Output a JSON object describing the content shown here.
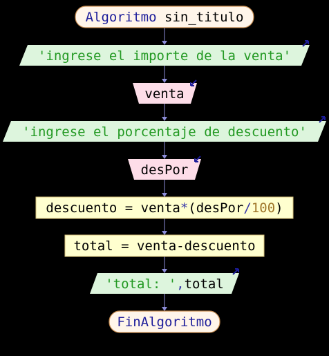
{
  "flowchart": {
    "start": {
      "keyword": "Algoritmo",
      "name": "sin_titulo"
    },
    "steps": [
      {
        "kind": "output",
        "text": "'ingrese el importe de la venta'"
      },
      {
        "kind": "input",
        "text": "venta"
      },
      {
        "kind": "output",
        "text": "'ingrese el porcentaje de descuento'"
      },
      {
        "kind": "input",
        "text": "desPor"
      },
      {
        "kind": "assign",
        "parts": [
          {
            "text": "descuento = venta",
            "role": "plain"
          },
          {
            "text": "*",
            "role": "operator"
          },
          {
            "text": "(desPor",
            "role": "plain"
          },
          {
            "text": "/",
            "role": "operator"
          },
          {
            "text": "100",
            "role": "number"
          },
          {
            "text": ")",
            "role": "plain"
          }
        ]
      },
      {
        "kind": "assign",
        "parts": [
          {
            "text": "total = venta-descuento",
            "role": "plain"
          }
        ]
      },
      {
        "kind": "output",
        "parts": [
          {
            "text": "'total: '",
            "role": "string"
          },
          {
            "text": ",",
            "role": "operator"
          },
          {
            "text": "total",
            "role": "plain"
          }
        ]
      }
    ],
    "end": {
      "keyword": "FinAlgoritmo"
    }
  },
  "colors": {
    "background": "#000000",
    "terminal_fill": "#fff5ea",
    "terminal_stroke": "#c98e52",
    "output_fill": "#ddf5dd",
    "input_fill": "#fddde8",
    "assign_fill": "#ffffcf",
    "assign_stroke": "#d8c27a",
    "keyword_text": "#1c1c9a",
    "string_text": "#229922",
    "plain_text": "#000000",
    "operator_text": "#3a3aaa",
    "number_text": "#a0762a",
    "connector": "#8c8cd8",
    "io_marker": "#1c1c9a"
  }
}
